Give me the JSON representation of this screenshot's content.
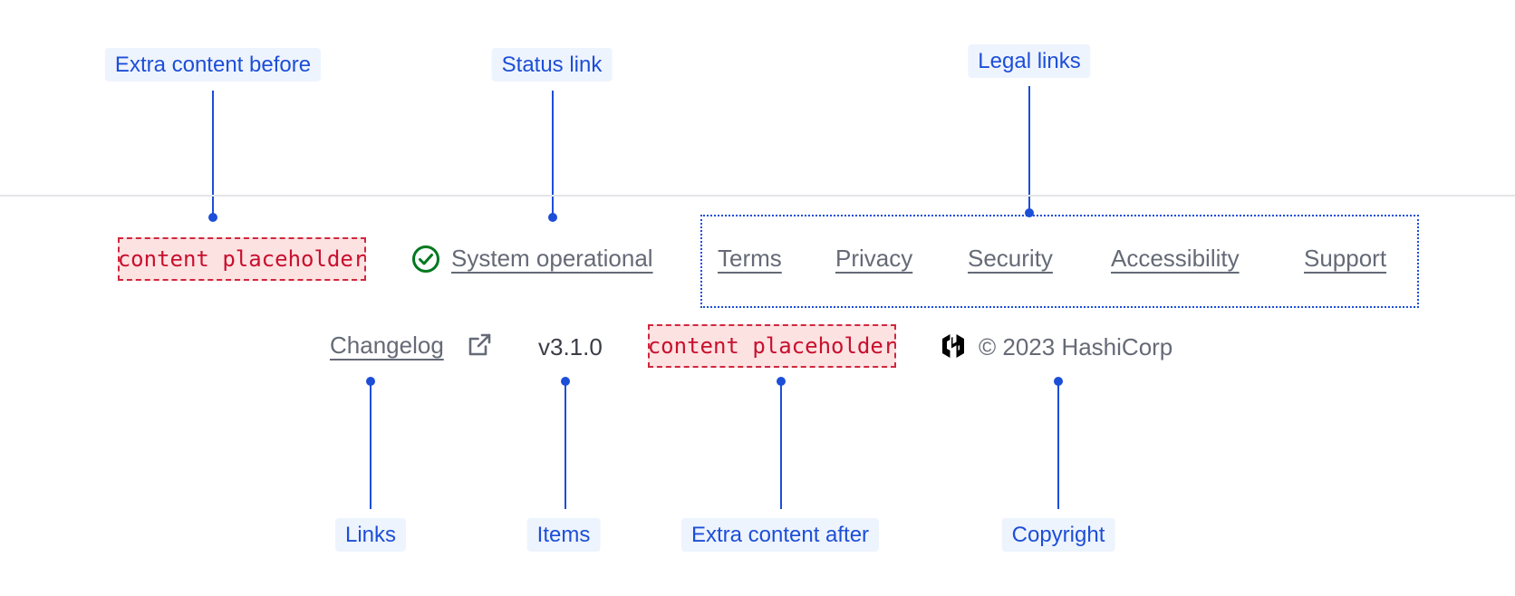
{
  "annotations": {
    "extra_before": "Extra content before",
    "status_link": "Status link",
    "legal_links": "Legal links",
    "links": "Links",
    "items": "Items",
    "extra_after": "Extra content after",
    "copyright": "Copyright"
  },
  "footer": {
    "extra_before_placeholder": "content placeholder",
    "status": {
      "label": "System operational",
      "icon": "check-circle-icon",
      "color": "#00781e"
    },
    "legal_links": [
      "Terms",
      "Privacy",
      "Security",
      "Accessibility",
      "Support"
    ],
    "changelog": {
      "label": "Changelog",
      "icon": "external-link-icon"
    },
    "version": "v3.1.0",
    "extra_after_placeholder": "content placeholder",
    "copyright": {
      "logo": "hashicorp-logo-icon",
      "text": "© 2023 HashiCorp"
    }
  },
  "colors": {
    "annotation": "#1d4ed8",
    "annotation_bg": "#eef4fd",
    "link": "#656a76",
    "placeholder_border": "#d0273d",
    "placeholder_bg": "#fde2e2"
  }
}
